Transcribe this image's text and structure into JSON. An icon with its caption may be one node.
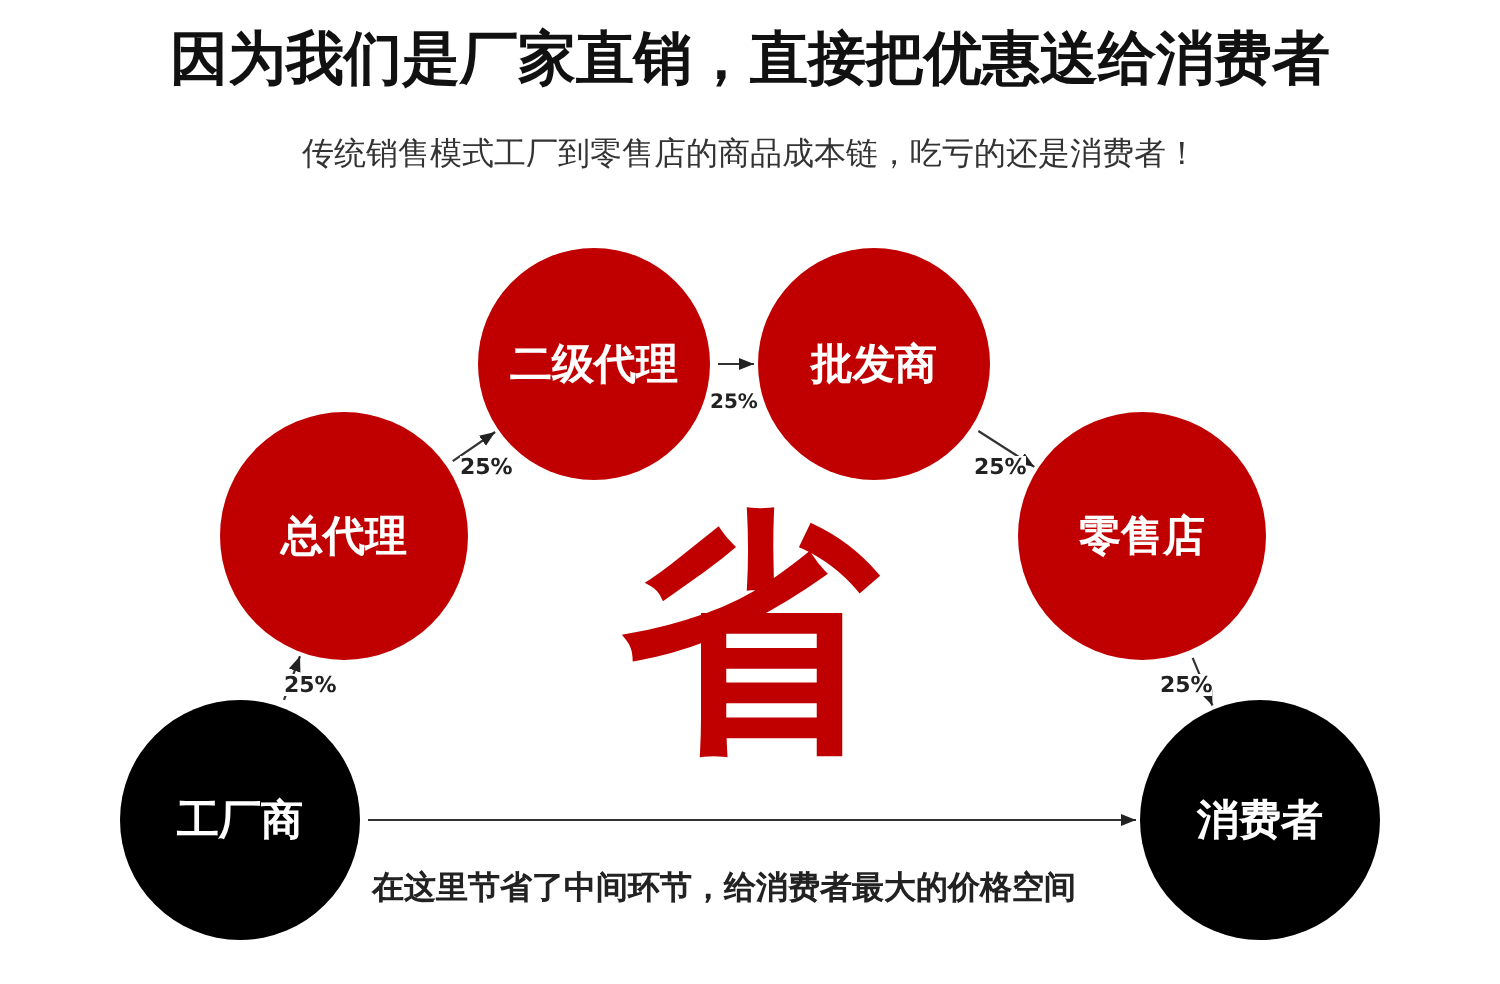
{
  "diagram": {
    "title": "因为我们是厂家直销，直接把优惠送给消费者",
    "nodes": [
      {
        "text": [
          "工厂商"
        ]
      },
      {
        "text": [
          "总代理"
        ]
      },
      {
        "text": [
          "二级代理"
        ]
      },
      {
        "text": [
          "批发商"
        ]
      },
      {
        "text": [
          "零售店"
        ]
      },
      {
        "text": [
          "消费者"
        ]
      }
    ],
    "edges": [
      {
        "from": 0,
        "to": 1,
        "arrow": "to",
        "label": "25%"
      },
      {
        "from": 1,
        "to": 2,
        "arrow": "to",
        "label": "25%"
      },
      {
        "from": 2,
        "to": 3,
        "arrow": "to",
        "label": "25%"
      },
      {
        "from": 3,
        "to": 4,
        "arrow": "to",
        "label": "25%"
      },
      {
        "from": 4,
        "to": 5,
        "arrow": "to",
        "label": "25%"
      },
      {
        "from": 0,
        "to": 5,
        "arrow": "to",
        "label": "在这里节省了中间环节，给消费者最大的价格空间"
      }
    ],
    "labels": [
      "传统销售模式工厂到零售店的商品成本链，吃亏的还是消费者！",
      "省"
    ]
  }
}
